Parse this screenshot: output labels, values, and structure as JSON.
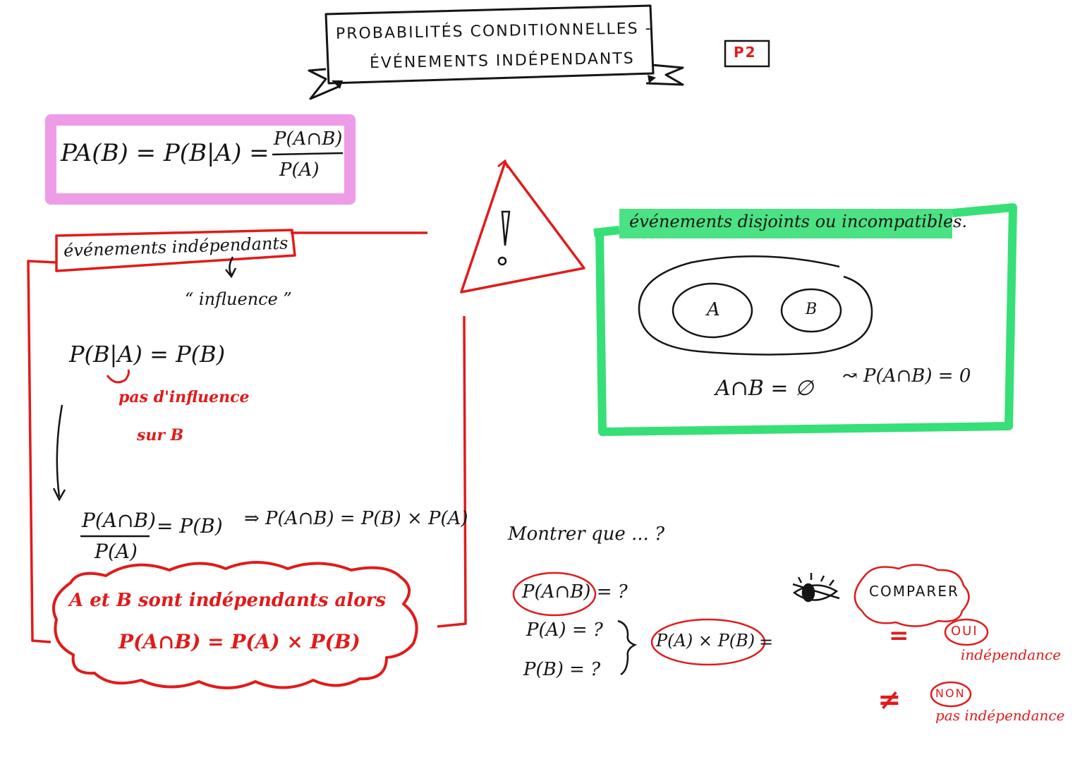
{
  "colors": {
    "ink_black": "#151515",
    "ink_red": "#e01b1b",
    "marker_pink": "#ee9be8",
    "marker_green": "#37df77"
  },
  "title": {
    "line1": "PROBABILITÉS CONDITIONNELLES -",
    "line2": "ÉVÉNEMENTS INDÉPENDANTS",
    "page_tag": "P2"
  },
  "definition": {
    "lhs": "PA(B) = P(B|A) =",
    "numerator": "P(A∩B)",
    "denominator": "P(A)"
  },
  "independent": {
    "label": "événements indépendants",
    "influence": "“ influence ”",
    "equation": "P(B|A) = P(B)",
    "note_line1": "pas d'influence",
    "note_line2": "sur B",
    "frac_numerator": "P(A∩B)",
    "frac_denominator": "P(A)",
    "frac_rhs": "= P(B)",
    "implication": "⇒ P(A∩B) = P(B) × P(A)",
    "cloud_line1": "A et B sont indépendants alors",
    "cloud_line2": "P(A∩B) = P(A) × P(B)"
  },
  "warning": {
    "mark": "!"
  },
  "disjoint": {
    "label": "événements disjoints ou incompatibles.",
    "set_a": "A",
    "set_b": "B",
    "empty_intersection": "A∩B = ∅",
    "consequence": "↝ P(A∩B) = 0"
  },
  "method": {
    "question": "Montrer que ... ?",
    "p_inter": "P(A∩B) = ?",
    "p_a": "P(A) = ?",
    "p_b": "P(B) = ?",
    "product": "P(A) × P(B)",
    "product_eq": "=",
    "compare": "COMPARER",
    "eq_sign": "=",
    "yes": "OUI",
    "yes_note": "indépendance",
    "neq_sign": "≠",
    "no": "NON",
    "no_note": "pas indépendance"
  }
}
